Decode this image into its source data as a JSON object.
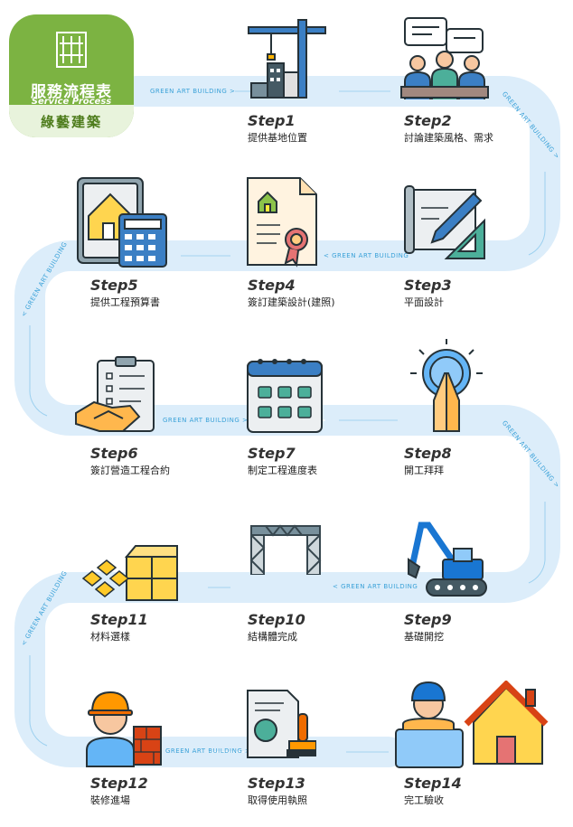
{
  "brand": {
    "title": "服務流程表",
    "subtitle": "Service Process",
    "name": "綠藝建築",
    "color": "#7cb342"
  },
  "road": {
    "color": "#dcedfa",
    "label_color": "#3aa1d8",
    "labels": [
      "GREEN ART BUILDING >",
      "GREEN ART BUILDING >",
      "< GREEN ART BUILDING",
      "< GREEN ART BUILDING",
      "GREEN ART BUILDING >",
      "GREEN ART BUILDING >",
      "< GREEN ART BUILDING",
      "< GREEN ART BUILDING",
      "GREEN ART BUILDING >"
    ]
  },
  "steps": [
    {
      "num": "Step1",
      "desc": "提供基地位置",
      "icon": "crane-building-icon"
    },
    {
      "num": "Step2",
      "desc": "討論建築風格、需求",
      "icon": "meeting-discussion-icon"
    },
    {
      "num": "Step3",
      "desc": "平面設計",
      "icon": "blueprint-pencil-icon"
    },
    {
      "num": "Step4",
      "desc": "簽訂建築設計(建照)",
      "icon": "house-certificate-icon"
    },
    {
      "num": "Step5",
      "desc": "提供工程預算書",
      "icon": "house-calculator-icon"
    },
    {
      "num": "Step6",
      "desc": "簽訂營造工程合約",
      "icon": "contract-handshake-icon"
    },
    {
      "num": "Step7",
      "desc": "制定工程進度表",
      "icon": "calendar-icon"
    },
    {
      "num": "Step8",
      "desc": "開工拜拜",
      "icon": "praying-hands-icon"
    },
    {
      "num": "Step9",
      "desc": "基礎開挖",
      "icon": "excavator-icon"
    },
    {
      "num": "Step10",
      "desc": "結構體完成",
      "icon": "steel-structure-icon"
    },
    {
      "num": "Step11",
      "desc": "材料選樣",
      "icon": "tiles-materials-icon"
    },
    {
      "num": "Step12",
      "desc": "裝修進場",
      "icon": "worker-icon"
    },
    {
      "num": "Step13",
      "desc": "取得使用執照",
      "icon": "license-stamp-icon"
    },
    {
      "num": "Step14",
      "desc": "完工驗收",
      "icon": "worker-house-icon"
    }
  ]
}
